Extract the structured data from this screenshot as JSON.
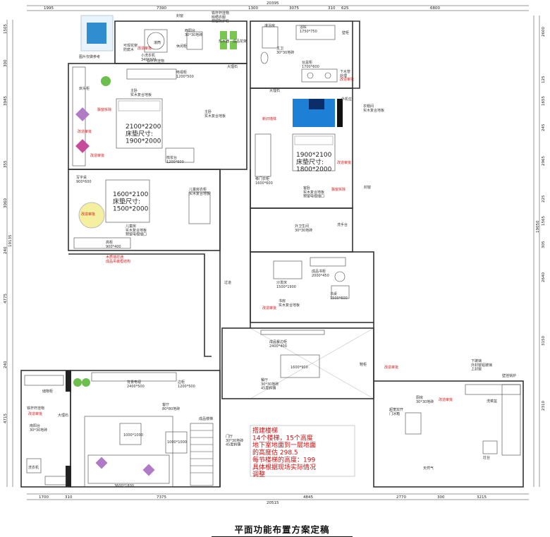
{
  "title": "平面功能布置方案定稿",
  "dimensions": {
    "top_total": "20395",
    "top": [
      "1995",
      "7390",
      "1300",
      "3075",
      "310",
      "625",
      "6800"
    ],
    "bottom_total": "20515",
    "bottom": [
      "1700",
      "310",
      "7375",
      "4845",
      "2770",
      "300",
      "3215"
    ],
    "left_total": "19135",
    "left": [
      "1505",
      "300",
      "3945",
      "355",
      "3060",
      "240",
      "4775",
      "240",
      "4715"
    ],
    "right_total": "19050",
    "right": [
      "2600",
      "125",
      "1655",
      "245",
      "2965",
      "225",
      "1565",
      "305",
      "2640",
      "3150",
      "2310"
    ]
  },
  "labels": {
    "dryer": "图片仅做参考",
    "balcony_top": "西阳台\n30*30地砖",
    "drum": "滚筒",
    "sink_small": "小洗衣机\n340*370",
    "iron_rack_top": "铁杆杆挂物",
    "leisure_cab": "休闲柜",
    "rest": "休闲",
    "plant_stand": "可观花架\n防腐木",
    "sealed": "封窗",
    "pipe_top": "铁杆杆挂物\n晾晒衣服\n预留防护栏",
    "drain_top": "下水管\n烟管",
    "water_tank": "热水器",
    "finished_shelf": "成品花架",
    "marble_top": "大理石",
    "bath_left": "淋浴房",
    "bathtub": "浴缸\n1750*750",
    "wall_cab": "壁柜",
    "toilet_main": "主卫\n30*30地砖",
    "sink_main": "台盆柜\n1700*600",
    "drain_pipe": "下水管\n处理",
    "marble_window": "大理石",
    "ext_water": "外机位",
    "corridor": "主卧\n实木复合地板",
    "cloak": "衣帽间\n实木复合地板",
    "master_bed": "2100*2200\n床垫尺寸:\n1900*2000",
    "master_furn": "主卧\n实木复合地板",
    "tv_cab": "电视柜\n1200*500",
    "desk": "边柜\n1200*500",
    "nightstand": "床头柜",
    "dresser": "梳妆台\n1200*600",
    "bed2": "1900*2100\n床垫尺寸:\n1800*2000",
    "guest": "客卧\n实木复合地板\n预留电视插口",
    "wardrobe2": "移门衣柜\n1600*600",
    "kids_bed": "1600*2100\n床垫尺寸:\n1500*2000",
    "kids": "儿童房\n实木复合地板\n预留电视插口",
    "kids_wardrobe": "儿童房衣柜\n实木复合地板",
    "desk2": "写字桌\n900*600",
    "tall_cab": "高柜\n900*400",
    "kids_bath": "外卫生间\n30*30地砖",
    "wc_sink": "洗手台",
    "study": "书房\n实木复合地板",
    "sofa_bed": "沙发床\n1500*1900",
    "bookcase": "成品书柜\n2000*450",
    "desk3": "书桌\n1500*600",
    "hall": "过道",
    "stairs": "成品楼梯",
    "dining_cab": "成品餐边柜\n2400*400",
    "dining_table": "1600*900",
    "dining": "餐厅\n30*30地砖\n45度斜铺",
    "shoe": "鞋柜",
    "kitchen": "厨房\n30*30地砖",
    "kitchen_note": "超宽双开\n门冰箱",
    "kitchen_sink": "洗菜盆",
    "stove": "灶台",
    "gas": "天然气",
    "boiler": "壁挂锅炉",
    "living": "客厅\n80*80地砖",
    "living_tv": "背景电视\n2400*500",
    "living_cab": "边柜\n1200*500",
    "coffee": "1000*1000",
    "side": "1000*1000",
    "sofa": "3600*1800",
    "entry": "门厅\n30*30地砖\n45度斜铺",
    "south_bal": "南阳台\n30*30地砖",
    "iron_rack_bottom": "铁杆杆挂物",
    "washer": "洗衣机",
    "marble_bottom": "大理石",
    "storage": "储物柜",
    "right_note": "下玻璃\n外封窗铝玻璃\n上封窗",
    "sealed_window": "封窗"
  },
  "redlabels": [
    "改造审批",
    "改造审批",
    "改造审批",
    "飘窗拆除",
    "改造审批",
    "改造审批",
    "改造审批",
    "新旧墙体",
    "飘窗拆除",
    "改造审批",
    "改造审批",
    "木质墙打通\n成品吊装框结构",
    "改造审批",
    "改造审批"
  ],
  "note": "搭建楼梯\n14个楼梯，15个高度\n地下室地面到一层地面\n的高度估 298.5\n每节楼梯的高度：199\n具体根据现场实际情况\n调整"
}
